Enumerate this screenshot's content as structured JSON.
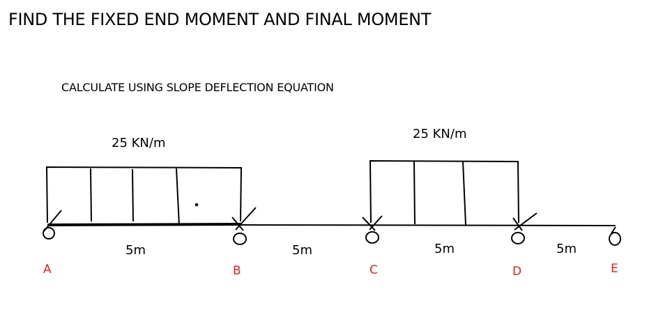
{
  "title": "FIND THE FIXED END MOMENT AND FINAL MOMENT",
  "subtitle": "CALCULATE USING SLOPE DEFLECTION EQUATION",
  "loads": [
    {
      "label": "25 KN/m"
    },
    {
      "label": "25 KN/m"
    }
  ],
  "spans": [
    "5m",
    "5m",
    "5m",
    "5m"
  ],
  "nodes": [
    "A",
    "B",
    "C",
    "D",
    "E"
  ],
  "colors": {
    "node_label": "#e02020",
    "line": "#000000"
  }
}
